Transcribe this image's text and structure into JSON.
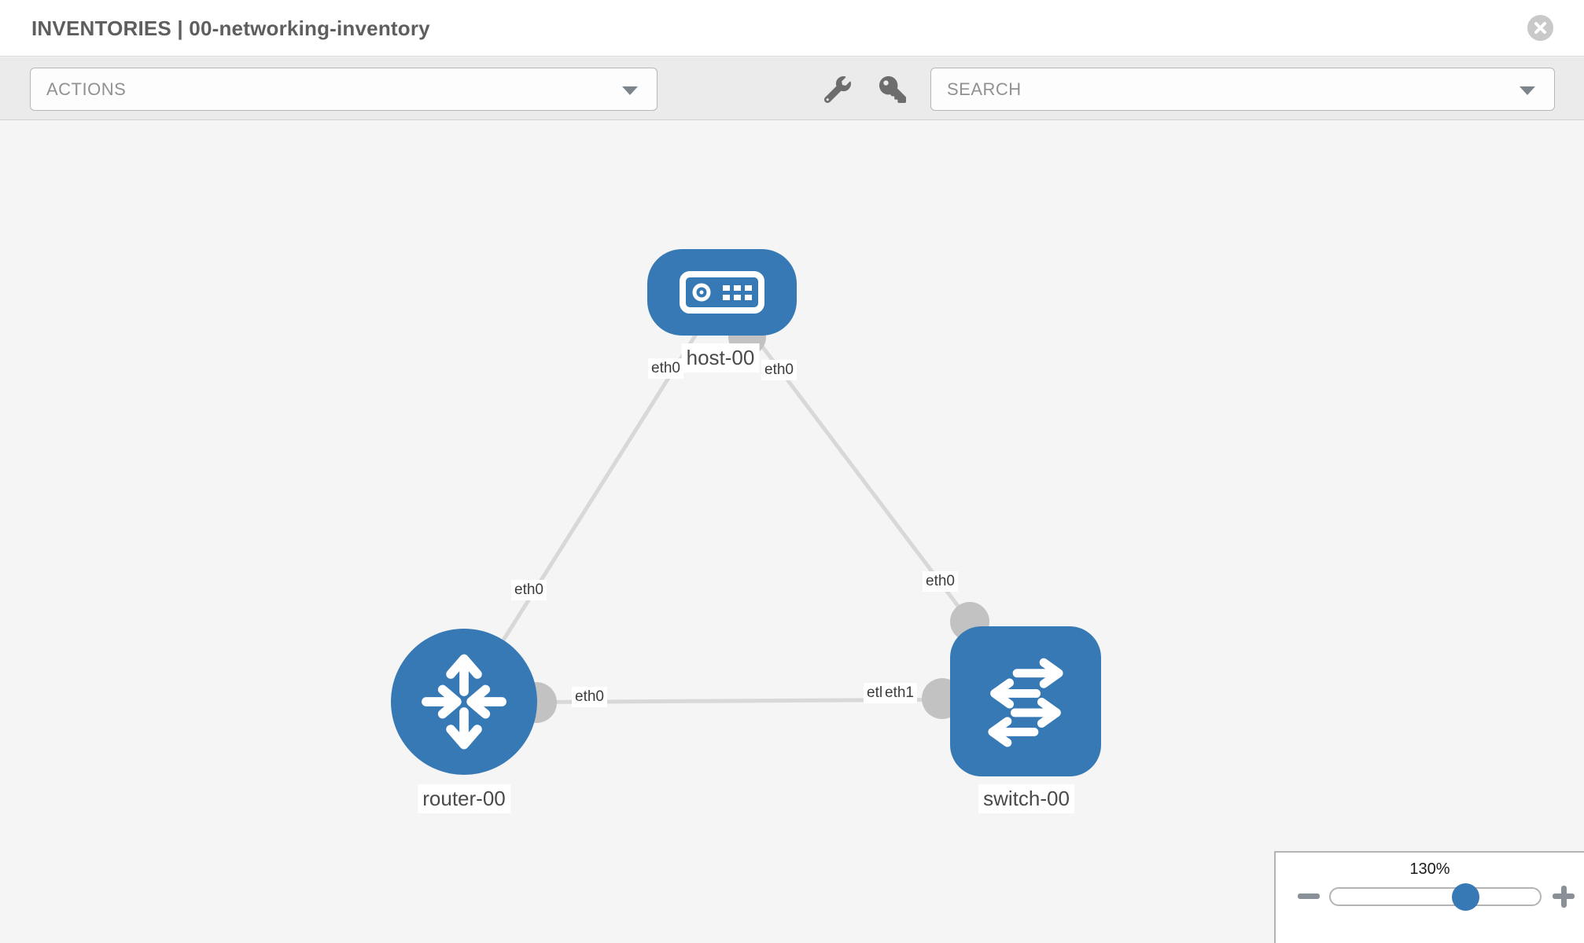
{
  "header": {
    "title": "INVENTORIES | 00-networking-inventory"
  },
  "toolbar": {
    "actions_label": "ACTIONS",
    "search_label": "SEARCH",
    "icons": [
      "wrench-icon",
      "key-icon"
    ]
  },
  "topology": {
    "nodes": [
      {
        "id": "host-00",
        "type": "host",
        "label": "host-00"
      },
      {
        "id": "router-00",
        "type": "router",
        "label": "router-00"
      },
      {
        "id": "switch-00",
        "type": "switch",
        "label": "switch-00"
      }
    ],
    "links": [
      {
        "from": "host-00",
        "to": "router-00",
        "from_interface": "eth0",
        "to_interface": "eth0"
      },
      {
        "from": "host-00",
        "to": "switch-00",
        "from_interface": "eth0",
        "to_interface": "eth0"
      },
      {
        "from": "router-00",
        "to": "switch-00",
        "from_interface": "eth0",
        "to_interface": "eth1"
      }
    ],
    "interface_labels": [
      {
        "text": "eth0",
        "near": "host-00 left"
      },
      {
        "text": "eth0",
        "near": "host-00 right"
      },
      {
        "text": "eth0",
        "near": "router-00 uplink"
      },
      {
        "text": "eth0",
        "near": "switch-00 uplink"
      },
      {
        "text": "eth0",
        "near": "router-00 right"
      },
      {
        "text": "eth0",
        "near": "switch-00 left (partially hidden)"
      },
      {
        "text": "eth1",
        "near": "switch-00 left"
      }
    ]
  },
  "zoom_control": {
    "value": "130%"
  },
  "colors": {
    "node_fill": "#3779b5",
    "link": "#d8d8d8",
    "connector_dot": "#c2c2c2",
    "canvas_bg": "#f5f5f5",
    "toolbar_bg": "#ebebeb",
    "title_text": "#5e5e5e",
    "muted_text": "#919191",
    "accent_blue": "#3779b5"
  }
}
